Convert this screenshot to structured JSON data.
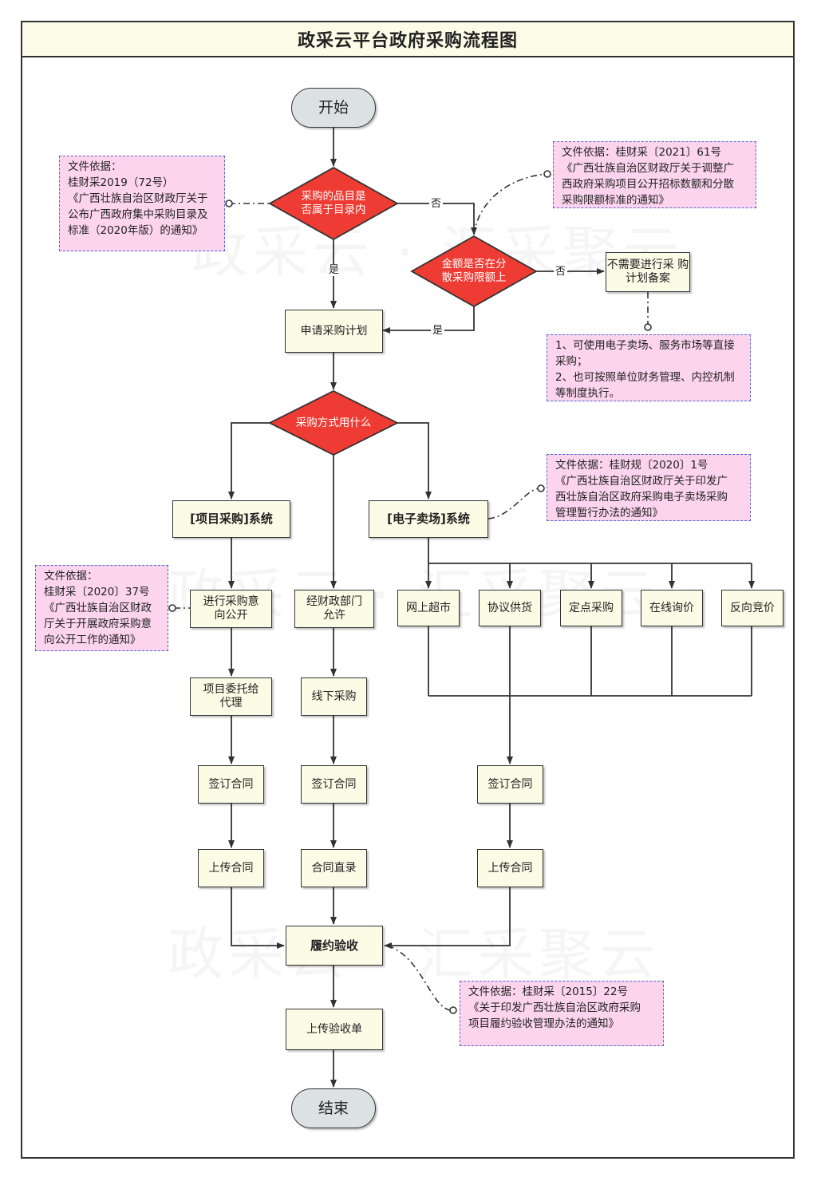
{
  "title": "政采云平台政府采购流程图",
  "watermark": "政采云 · 汇采聚云",
  "start": "开始",
  "end": "结束",
  "decisions": {
    "catalog": "采购的品目是\n否属于目录内",
    "threshold": "金额是否在分\n散采购限额上",
    "method": "采购方式用什么"
  },
  "branch_labels": {
    "yes": "是",
    "no": "否"
  },
  "nodes": {
    "no_filing": "不需要进行采\n购计划备案",
    "apply_plan": "申请采购计划",
    "project_system": "[项目采购]系统",
    "mall_system": "[电子卖场]系统",
    "intent_public": "进行采购意\n向公开",
    "finance_approve": "经财政部门\n允许",
    "entrust_agent": "项目委托给\n代理",
    "offline_purchase": "线下采购",
    "sign_contract_1": "签订合同",
    "sign_contract_2": "签订合同",
    "sign_contract_3": "签订合同",
    "upload_contract_1": "上传合同",
    "contract_direct_entry": "合同直录",
    "upload_contract_3": "上传合同",
    "acceptance": "履约验收",
    "upload_acceptance": "上传验收单"
  },
  "mall_channels": [
    "网上超市",
    "协议供货",
    "定点采购",
    "在线询价",
    "反向竞价"
  ],
  "notes": {
    "n1": "文件依据：\n桂财采2019（72号）\n《广西壮族自治区财政厅关于\n公布广西政府集中采购目录及\n标准（2020年版）的通知》",
    "n2": "文件依据：桂财采〔2021〕61号\n《广西壮族自治区财政厅关于调整广\n西政府采购项目公开招标数额和分散\n采购限额标准的通知》",
    "n3": "1、可使用电子卖场、服务市场等直接\n采购；\n2、也可按照单位财务管理、内控机制\n等制度执行。",
    "n4": "文件依据：桂财规〔2020〕1号\n《广西壮族自治区财政厅关于印发广\n西壮族自治区政府采购电子卖场采购\n管理暂行办法的通知》",
    "n5": "文件依据：\n桂财采〔2020〕37号\n《广西壮族自治区财政\n厅关于开展政府采购意\n向公开工作的通知》",
    "n6": "文件依据：桂财采〔2015〕22号\n《关于印发广西壮族自治区政府采购\n项目履约验收管理办法的通知》"
  },
  "colors": {
    "decision_fill": "#ee3b33",
    "process_fill": "#fbfbe6",
    "terminal_fill": "#dce1e4",
    "note_fill": "#fcd4ee",
    "note_border": "#5566cc",
    "title_fill": "#fcfce8"
  }
}
